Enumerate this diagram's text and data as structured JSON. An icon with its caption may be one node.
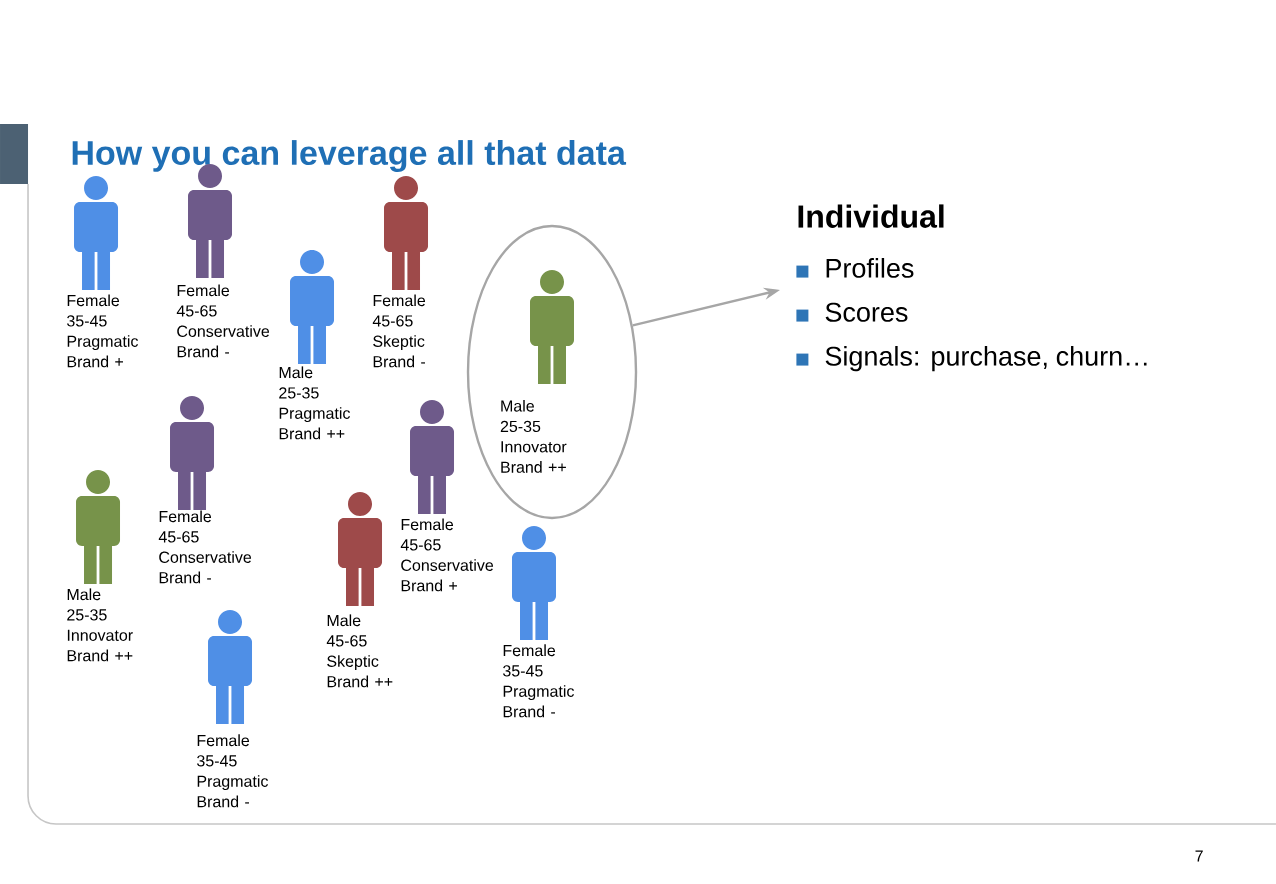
{
  "diagram": {
    "title": "How you can leverage all that data",
    "nodes": [
      {
        "text": [
          "Male 25-35 Innovator Brand ++"
        ]
      },
      {
        "text": [
          "Individual",
          "Profiles",
          "Scores",
          "Signals: purchase, churn…"
        ]
      }
    ],
    "edges": [
      {
        "from": 0,
        "to": 1,
        "arrow": "to"
      }
    ],
    "labels": [
      "Female 35-45 Pragmatic Brand +",
      "Female 45-65 Conservative Brand -",
      "Male 25-35 Pragmatic Brand ++",
      "Female 45-65 Skeptic Brand -",
      "Female 45-65 Conservative Brand -",
      "Female 45-65 Conservative Brand +",
      "Male 25-35 Innovator Brand ++",
      "Male 45-65 Skeptic Brand ++",
      "Female 35-45 Pragmatic Brand -",
      "Female 35-45 Pragmatic Brand -",
      "7"
    ]
  }
}
